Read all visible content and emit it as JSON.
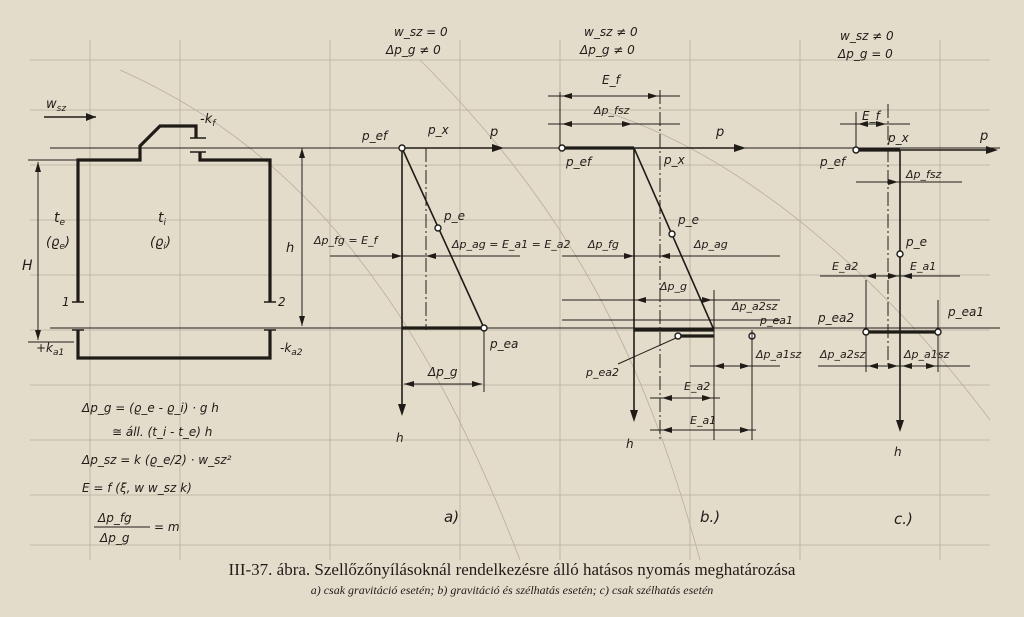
{
  "colors": {
    "paper": "#e4dccb",
    "ink": "#1f1c18",
    "bleed": "#b7ae9c"
  },
  "left": {
    "wsz": "w",
    "wsz_sub": "sz",
    "kf": "-k",
    "kf_sub": "f",
    "te": "t",
    "te_sub": "e",
    "rho_e": "(ϱ",
    "rho_e_sub": "e",
    "rho_e_close": ")",
    "ti": "t",
    "ti_sub": "i",
    "rho_i": "(ϱ",
    "rho_i_sub": "i",
    "rho_i_close": ")",
    "H": "H",
    "h": "h",
    "one": "1",
    "two": "2",
    "ka1": "+k",
    "ka1_sub": "a1",
    "ka2": "-k",
    "ka2_sub": "a2"
  },
  "formulas": {
    "f1": "Δp_g = (ϱ_e - ϱ_i) · g h",
    "f2": "≅ áll. (t_i - t_e) h",
    "f3": "Δp_sz = k (ϱ_e/2) · w_sz²",
    "f4": "E = f (ξ, w w_sz k)",
    "f5_num": "Δp_fg",
    "f5_den": "Δp_g",
    "f5_rhs": "= m"
  },
  "diagram_a": {
    "cond1": "w_sz = 0",
    "cond2": "Δp_g ≠ 0",
    "p_ef": "p_ef",
    "p_x": "p_x",
    "p": "p",
    "p_e": "p_e",
    "dp_fg": "Δp_fg = E_f",
    "dp_ag": "Δp_ag = E_a1 = E_a2",
    "p_ea": "p_ea",
    "dp_g": "Δp_g",
    "h": "h",
    "label": "a)"
  },
  "diagram_b": {
    "cond1": "w_sz ≠ 0",
    "cond2": "Δp_g ≠ 0",
    "E_f": "E_f",
    "dp_fsz": "Δp_fsz",
    "p_ef": "p_ef",
    "p_x": "p_x",
    "p": "p",
    "p_e": "p_e",
    "dp_fg": "Δp_fg",
    "dp_ag": "Δp_ag",
    "dp_g": "Δp_g",
    "dp_a2sz": "Δp_a2sz",
    "p_ea1": "p_ea1",
    "p_ea2": "p_ea2",
    "dp_a1sz": "Δp_a1sz",
    "E_a2": "E_a2",
    "E_a1": "E_a1",
    "h": "h",
    "label": "b.)"
  },
  "diagram_c": {
    "cond1": "w_sz ≠ 0",
    "cond2": "Δp_g = 0",
    "E_f": "E_f",
    "p_ef": "p_ef",
    "p_x": "p_x",
    "p": "p",
    "dp_fsz": "Δp_fsz",
    "p_e": "p_e",
    "E_a2": "E_a2",
    "E_a1": "E_a1",
    "p_ea2": "p_ea2",
    "p_ea1": "p_ea1",
    "dp_a2sz": "Δp_a2sz",
    "dp_a1sz": "Δp_a1sz",
    "h": "h",
    "label": "c.)"
  },
  "caption": {
    "title": "III-37. ábra. Szellőzőnyílásoknál rendelkezésre álló hatásos nyomás meghatározása",
    "sub": "a) csak gravitáció esetén; b) gravitáció és szélhatás esetén; c) csak szélhatás esetén"
  }
}
